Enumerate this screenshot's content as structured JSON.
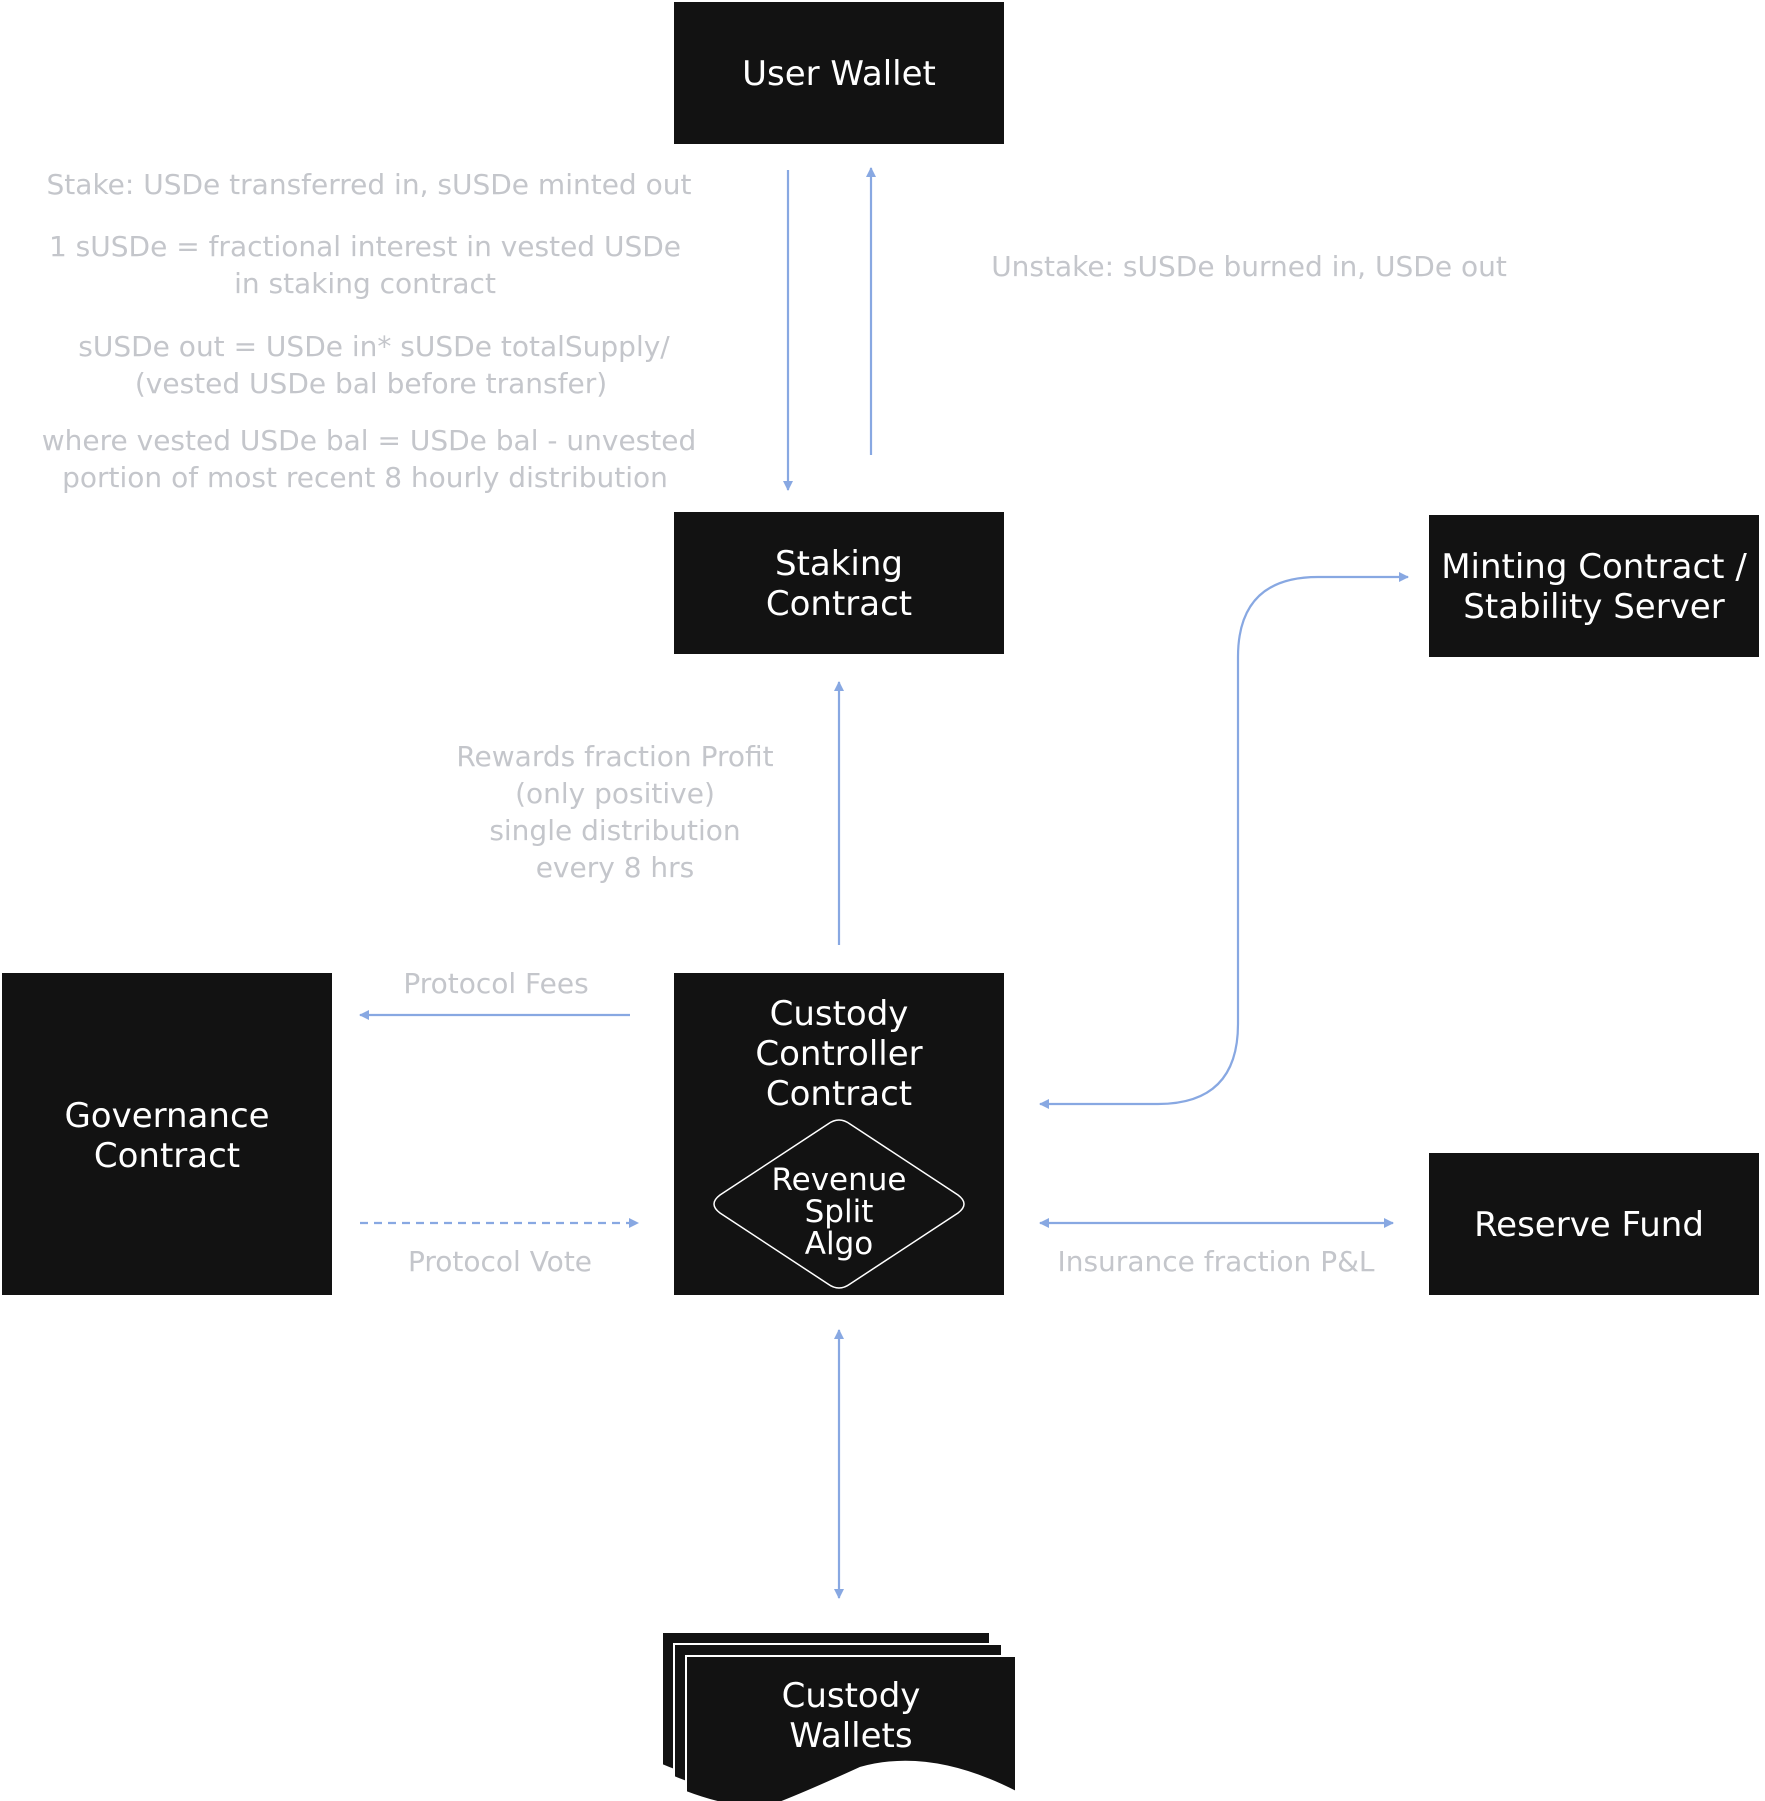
{
  "nodes": {
    "user_wallet": "User Wallet",
    "staking_contract": [
      "Staking",
      "Contract"
    ],
    "minting_contract": [
      "Minting Contract /",
      "Stability Server"
    ],
    "governance_contract": [
      "Governance",
      "Contract"
    ],
    "custody_controller": [
      "Custody",
      "Controller",
      "Contract"
    ],
    "revenue_split": [
      "Revenue",
      "Split",
      "Algo"
    ],
    "reserve_fund": "Reserve Fund",
    "custody_wallets": [
      "Custody",
      "Wallets"
    ]
  },
  "labels": {
    "stake_lines": [
      "Stake: USDe transferred in, sUSDe minted out",
      "1 sUSDe = fractional interest in vested USDe",
      "in staking contract",
      "sUSDe out = USDe in* sUSDe totalSupply/",
      "(vested USDe bal before transfer)",
      "where vested USDe bal = USDe bal - unvested",
      "portion of most recent 8 hourly distribution"
    ],
    "unstake": "Unstake: sUSDe burned in, USDe out",
    "rewards_lines": [
      "Rewards fraction Profit",
      "(only positive)",
      "single distribution",
      "every 8 hrs"
    ],
    "protocol_fees": "Protocol Fees",
    "protocol_vote": "Protocol Vote",
    "insurance": "Insurance fraction P&L"
  },
  "colors": {
    "box": "#121212",
    "box_text": "#ffffff",
    "label": "#c4c6cb",
    "arrow": "#88a8e2"
  }
}
